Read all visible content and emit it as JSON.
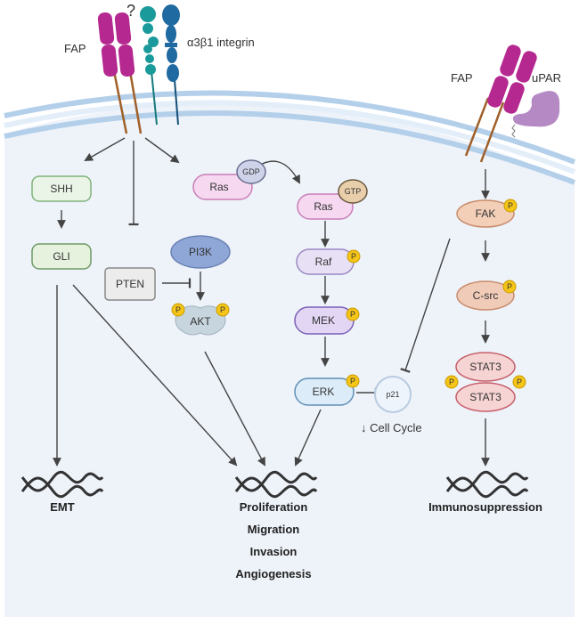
{
  "diagram": {
    "title": "FAP signaling pathways",
    "receptors": {
      "left_fap": "FAP",
      "unknown_mark": "?",
      "integrin": "α3β1 integrin",
      "right_fap": "FAP",
      "upar": "uPAR"
    },
    "nodes": {
      "shh": "SHH",
      "gli": "GLI",
      "pten": "PTEN",
      "pi3k": "PI3K",
      "akt": "AKT",
      "ras_gdp": "Ras",
      "gdp": "GDP",
      "ras_gtp": "Ras",
      "gtp": "GTP",
      "raf": "Raf",
      "mek": "MEK",
      "erk": "ERK",
      "p21": "p21",
      "fak": "FAK",
      "csrc": "C-src",
      "stat3_top": "STAT3",
      "stat3_bottom": "STAT3",
      "phospho": "P"
    },
    "cell_cycle": "↓ Cell Cycle",
    "outcomes": {
      "emt": "EMT",
      "middle": [
        "Proliferation",
        "Migration",
        "Invasion",
        "Angiogenesis"
      ],
      "immuno": "Immunosuppression"
    },
    "colors": {
      "fap": "#b5288f",
      "integrin_a": "#1a9a9a",
      "integrin_b": "#1f6aa0",
      "membrane": "#a9c9e8",
      "cell": "#eaf1fa",
      "shh_fill": "#eaf5e8",
      "ras_fill": "#f6d8f0",
      "raf_fill": "#e8e0f4",
      "erk_fill": "#dcecf8",
      "fak_fill": "#f3cfb8",
      "stat_fill": "#f7d4d4",
      "phospho": "#f5c518"
    }
  }
}
